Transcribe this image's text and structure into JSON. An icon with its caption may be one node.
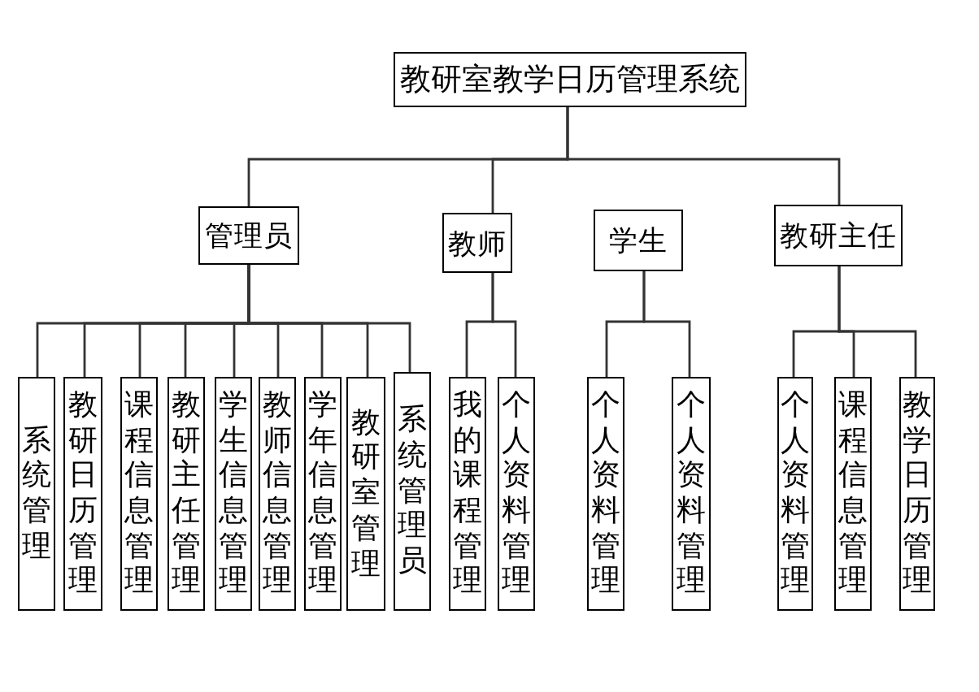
{
  "diagram": {
    "nodes": [
      {
        "text": [
          "教研室教学日历管理系统"
        ]
      },
      {
        "text": [
          "管理员"
        ]
      },
      {
        "text": [
          "教师"
        ]
      },
      {
        "text": [
          "学生"
        ]
      },
      {
        "text": [
          "教研主任"
        ]
      },
      {
        "text": [
          "系统管理"
        ]
      },
      {
        "text": [
          "教研日历管理"
        ]
      },
      {
        "text": [
          "课程信息管理"
        ]
      },
      {
        "text": [
          "教研主任管理"
        ]
      },
      {
        "text": [
          "学生信息管理"
        ]
      },
      {
        "text": [
          "教师信息管理"
        ]
      },
      {
        "text": [
          "学年信息管理"
        ]
      },
      {
        "text": [
          "教研室管理"
        ]
      },
      {
        "text": [
          "系统管理员"
        ]
      },
      {
        "text": [
          "我的课程管理"
        ]
      },
      {
        "text": [
          "个人资料管理"
        ]
      },
      {
        "text": [
          "个人资料管理"
        ]
      },
      {
        "text": [
          "个人资料管理"
        ]
      },
      {
        "text": [
          "个人资料管理"
        ]
      },
      {
        "text": [
          "课程信息管理"
        ]
      },
      {
        "text": [
          "教学日历管理"
        ]
      }
    ],
    "edges": [
      {
        "from": 0,
        "to": 1,
        "arrow": "none"
      },
      {
        "from": 0,
        "to": 2,
        "arrow": "none"
      },
      {
        "from": 0,
        "to": 4,
        "arrow": "none"
      },
      {
        "from": 1,
        "to": 5,
        "arrow": "none"
      },
      {
        "from": 1,
        "to": 6,
        "arrow": "none"
      },
      {
        "from": 1,
        "to": 7,
        "arrow": "none"
      },
      {
        "from": 1,
        "to": 8,
        "arrow": "none"
      },
      {
        "from": 1,
        "to": 9,
        "arrow": "none"
      },
      {
        "from": 1,
        "to": 10,
        "arrow": "none"
      },
      {
        "from": 1,
        "to": 11,
        "arrow": "none"
      },
      {
        "from": 1,
        "to": 12,
        "arrow": "none"
      },
      {
        "from": 1,
        "to": 13,
        "arrow": "none"
      },
      {
        "from": 2,
        "to": 14,
        "arrow": "none"
      },
      {
        "from": 2,
        "to": 15,
        "arrow": "none"
      },
      {
        "from": 3,
        "to": 16,
        "arrow": "none"
      },
      {
        "from": 3,
        "to": 17,
        "arrow": "none"
      },
      {
        "from": 4,
        "to": 18,
        "arrow": "none"
      },
      {
        "from": 4,
        "to": 19,
        "arrow": "none"
      },
      {
        "from": 4,
        "to": 20,
        "arrow": "none"
      }
    ]
  }
}
